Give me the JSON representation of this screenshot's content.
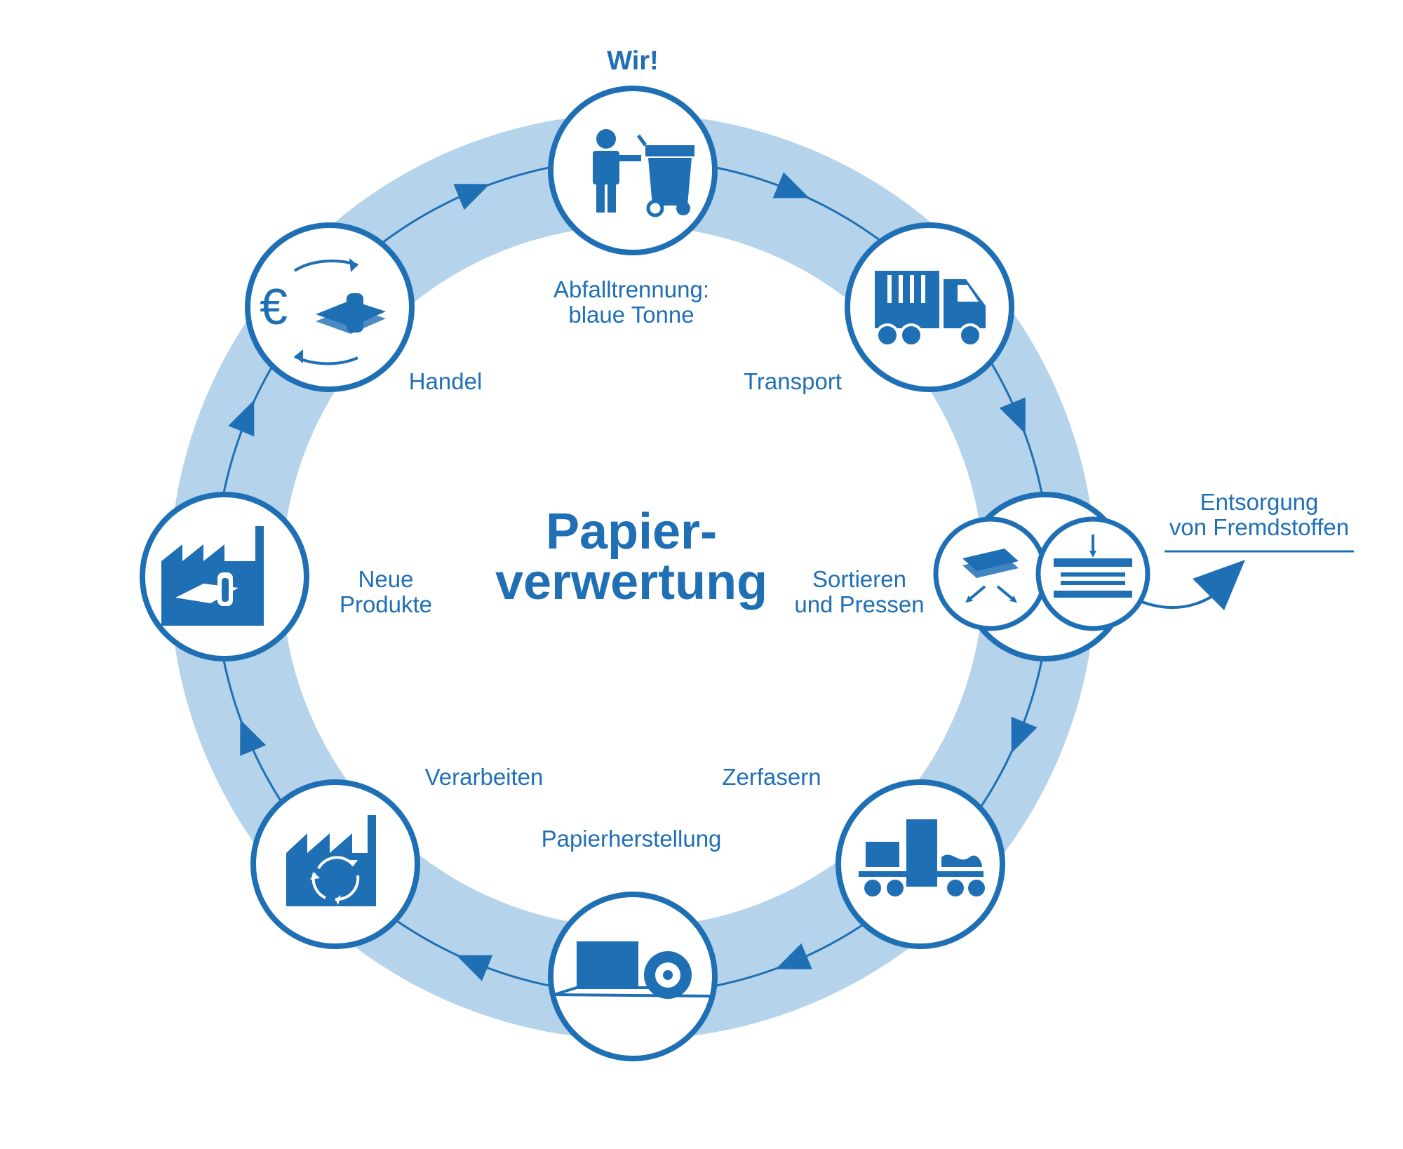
{
  "title": "Papier-\nverwertung",
  "top_label": "Wir!",
  "steps": [
    {
      "label": "Abfalltrennung:\nblaue Tonne",
      "icon": "person-bin-icon"
    },
    {
      "label": "Transport",
      "icon": "truck-icon"
    },
    {
      "label": "Sortieren\nund Pressen",
      "icon": "sort-press-icon"
    },
    {
      "label": "Zerfasern",
      "icon": "pulping-machine-icon"
    },
    {
      "label": "Papierherstellung",
      "icon": "paper-machine-icon"
    },
    {
      "label": "Verarbeiten",
      "icon": "recycling-factory-icon"
    },
    {
      "label": "Neue\nProdukte",
      "icon": "product-factory-icon"
    },
    {
      "label": "Handel",
      "icon": "euro-trade-icon"
    }
  ],
  "branch_label": "Entsorgung\nvon Fremdstoffen",
  "colors": {
    "primary": "#1f6fb5",
    "ring": "#b5d3ea",
    "background": "#ffffff"
  }
}
